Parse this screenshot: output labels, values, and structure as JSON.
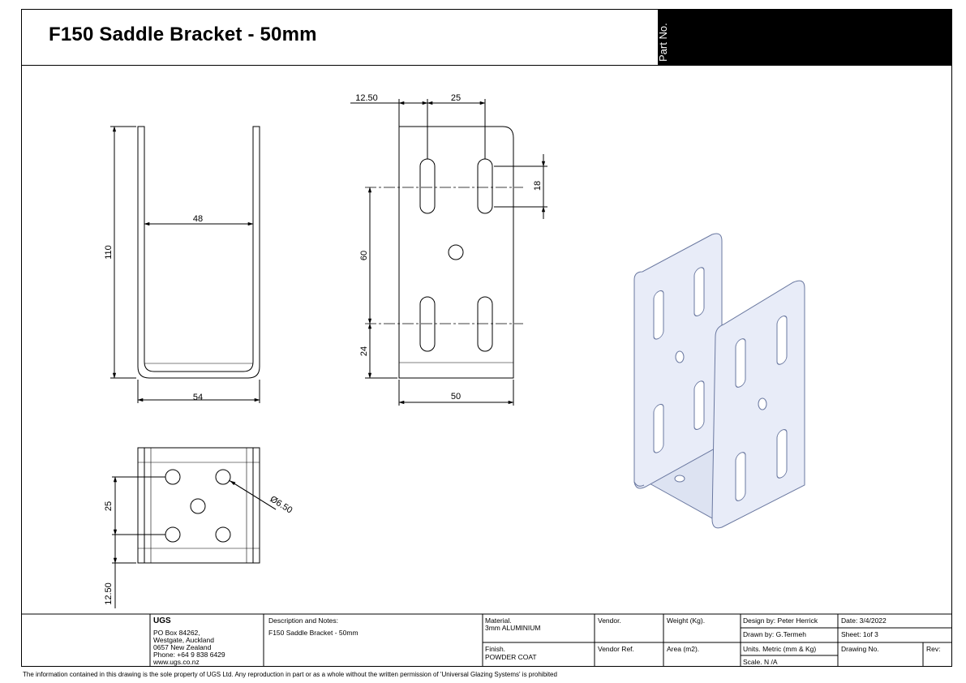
{
  "title": "F150 Saddle Bracket - 50mm",
  "part_no_label": "Part No.",
  "dimensions": {
    "front_width": "54",
    "front_inner": "48",
    "front_height": "110",
    "side_offset": "12.50",
    "side_pitch": "25",
    "side_slot": "18",
    "side_spacing": "60",
    "side_bottom": "24",
    "side_width": "50",
    "bottom_pitch": "25",
    "bottom_offset": "12.50",
    "hole_diameter": "Ø6.50"
  },
  "title_block": {
    "company": "UGS",
    "address": [
      "PO Box 84262,",
      "Westgate,  Auckland",
      "0657   New Zealand",
      "Phone:  +64 9 838 6429",
      "www.ugs.co.nz"
    ],
    "description_label": "Description and Notes:",
    "description": "F150 Saddle Bracket - 50mm",
    "material_label": "Material.",
    "material": "3mm ALUMINIUM",
    "finish_label": "Finish.",
    "finish": "POWDER COAT",
    "vendor_label": "Vendor.",
    "vendor_ref_label": "Vendor Ref.",
    "weight_label": "Weight (Kg).",
    "area_label": "Area (m2).",
    "design_by": "Design by: Peter Herrick",
    "drawn_by": "Drawn by: G.Termeh",
    "units": "Units.   Metric  (mm & Kg)",
    "scale": "Scale.   N /A",
    "date": "Date:        3/4/2022",
    "sheet": "Sheet:    1of 3",
    "drawing_no": "Drawing No.",
    "rev": "Rev:"
  },
  "footer": "The information contained in this drawing is the sole property of UGS Ltd.  Any reproduction in part or as a whole without the written permission of 'Universal Glazing Systems' is prohibited",
  "colors": {
    "iso_face": "#e8ecf8",
    "iso_edge": "#7080a8"
  }
}
